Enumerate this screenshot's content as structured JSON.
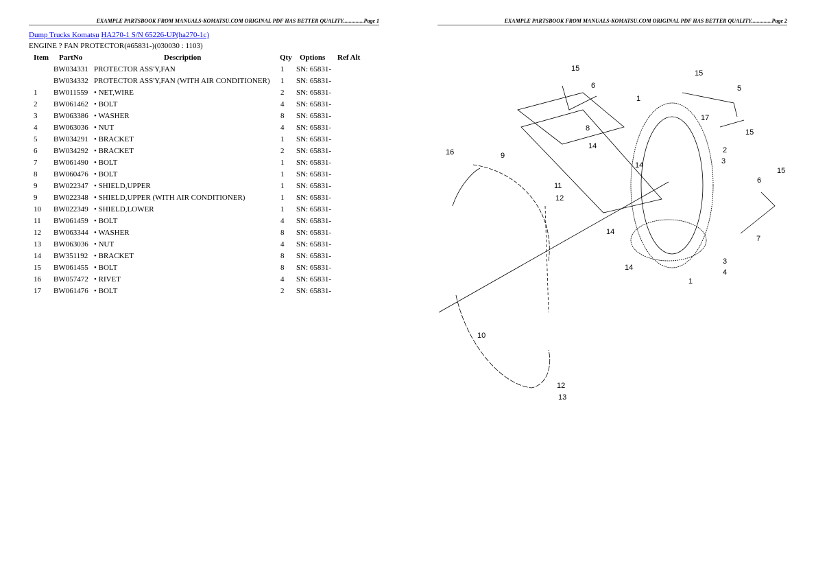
{
  "header": {
    "page1": "EXAMPLE PARTSBOOK FROM MANUALS-KOMATSU.COM ORIGINAL PDF HAS BETTER QUALITY...............Page 1",
    "page2": "EXAMPLE PARTSBOOK FROM MANUALS-KOMATSU.COM ORIGINAL PDF HAS BETTER QUALITY...............Page 2"
  },
  "breadcrumb": {
    "link1": "Dump Trucks Komatsu",
    "link2": "HA270-1 S/N 65226-UP(ha270-1c)"
  },
  "subtitle": "ENGINE ? FAN PROTECTOR(#65831-)(030030 : 1103)",
  "columns": [
    "Item",
    "PartNo",
    "Description",
    "Qty",
    "Options",
    "Ref Alt"
  ],
  "rows": [
    {
      "item": "",
      "part": "BW034331",
      "desc": "PROTECTOR ASS'Y,FAN",
      "qty": "1",
      "opt": "SN: 65831-"
    },
    {
      "item": "",
      "part": "BW034332",
      "desc": "PROTECTOR ASS'Y,FAN (WITH AIR CONDITIONER)",
      "qty": "1",
      "opt": "SN: 65831-"
    },
    {
      "item": "1",
      "part": "BW011559",
      "desc": "• NET,WIRE",
      "qty": "2",
      "opt": "SN: 65831-"
    },
    {
      "item": "2",
      "part": "BW061462",
      "desc": "• BOLT",
      "qty": "4",
      "opt": "SN: 65831-"
    },
    {
      "item": "3",
      "part": "BW063386",
      "desc": "• WASHER",
      "qty": "8",
      "opt": "SN: 65831-"
    },
    {
      "item": "4",
      "part": "BW063036",
      "desc": "• NUT",
      "qty": "4",
      "opt": "SN: 65831-"
    },
    {
      "item": "5",
      "part": "BW034291",
      "desc": "• BRACKET",
      "qty": "1",
      "opt": "SN: 65831-"
    },
    {
      "item": "6",
      "part": "BW034292",
      "desc": "• BRACKET",
      "qty": "2",
      "opt": "SN: 65831-"
    },
    {
      "item": "7",
      "part": "BW061490",
      "desc": "• BOLT",
      "qty": "1",
      "opt": "SN: 65831-"
    },
    {
      "item": "8",
      "part": "BW060476",
      "desc": "• BOLT",
      "qty": "1",
      "opt": "SN: 65831-"
    },
    {
      "item": "9",
      "part": "BW022347",
      "desc": "• SHIELD,UPPER",
      "qty": "1",
      "opt": "SN: 65831-"
    },
    {
      "item": "9",
      "part": "BW022348",
      "desc": "• SHIELD,UPPER (WITH AIR CONDITIONER)",
      "qty": "1",
      "opt": "SN: 65831-"
    },
    {
      "item": "10",
      "part": "BW022349",
      "desc": "• SHIELD,LOWER",
      "qty": "1",
      "opt": "SN: 65831-"
    },
    {
      "item": "11",
      "part": "BW061459",
      "desc": "• BOLT",
      "qty": "4",
      "opt": "SN: 65831-"
    },
    {
      "item": "12",
      "part": "BW063344",
      "desc": "• WASHER",
      "qty": "8",
      "opt": "SN: 65831-"
    },
    {
      "item": "13",
      "part": "BW063036",
      "desc": "• NUT",
      "qty": "4",
      "opt": "SN: 65831-"
    },
    {
      "item": "14",
      "part": "BW351192",
      "desc": "• BRACKET",
      "qty": "8",
      "opt": "SN: 65831-"
    },
    {
      "item": "15",
      "part": "BW061455",
      "desc": "• BOLT",
      "qty": "8",
      "opt": "SN: 65831-"
    },
    {
      "item": "16",
      "part": "BW057472",
      "desc": "• RIVET",
      "qty": "4",
      "opt": "SN: 65831-"
    },
    {
      "item": "17",
      "part": "BW061476",
      "desc": "• BOLT",
      "qty": "2",
      "opt": "SN: 65831-"
    }
  ],
  "diagram": {
    "callouts": [
      "15",
      "6",
      "8",
      "14",
      "16",
      "9",
      "14",
      "1",
      "15",
      "5",
      "17",
      "15",
      "2",
      "3",
      "15",
      "6",
      "7",
      "14",
      "14",
      "3",
      "4",
      "1",
      "10",
      "12",
      "13",
      "11",
      "12"
    ]
  }
}
